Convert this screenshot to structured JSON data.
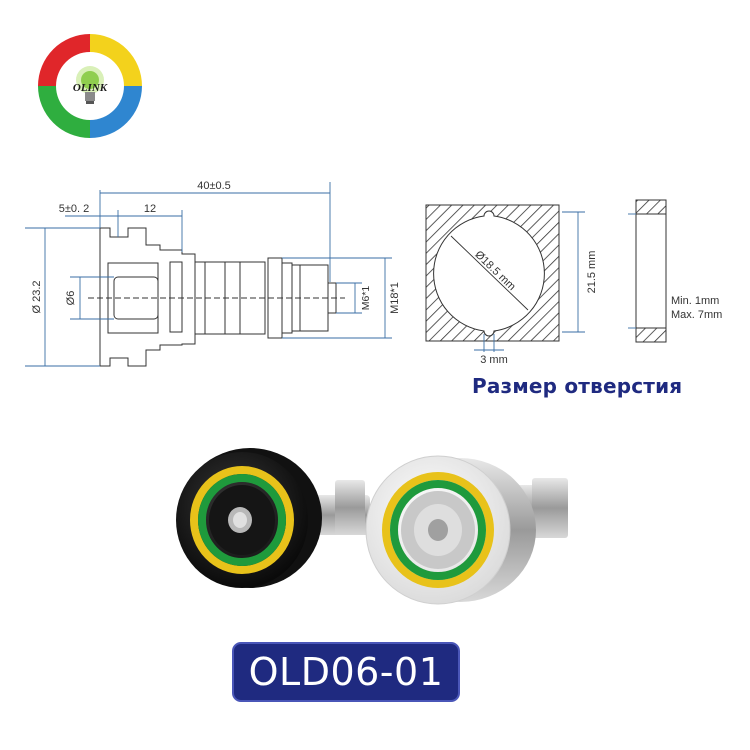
{
  "logo": {
    "brand_text": "OLINK"
  },
  "drawing": {
    "dim_total_length": "40±0.5",
    "dim_flange": "5±0. 2",
    "dim_head": "12",
    "dim_diameter_body": "Ø 23.2",
    "dim_diameter_pin": "Ø6",
    "dim_thread_small": "M6*1",
    "dim_thread_large": "M18*1",
    "hole_diameter": "Ø18.5 mm",
    "hole_height": "21.5 mm",
    "hole_key_width": "3 mm",
    "panel_min": "Min. 1mm",
    "panel_max": "Max. 7mm"
  },
  "caption": "Размер отверстия",
  "model": "OLD06-01"
}
